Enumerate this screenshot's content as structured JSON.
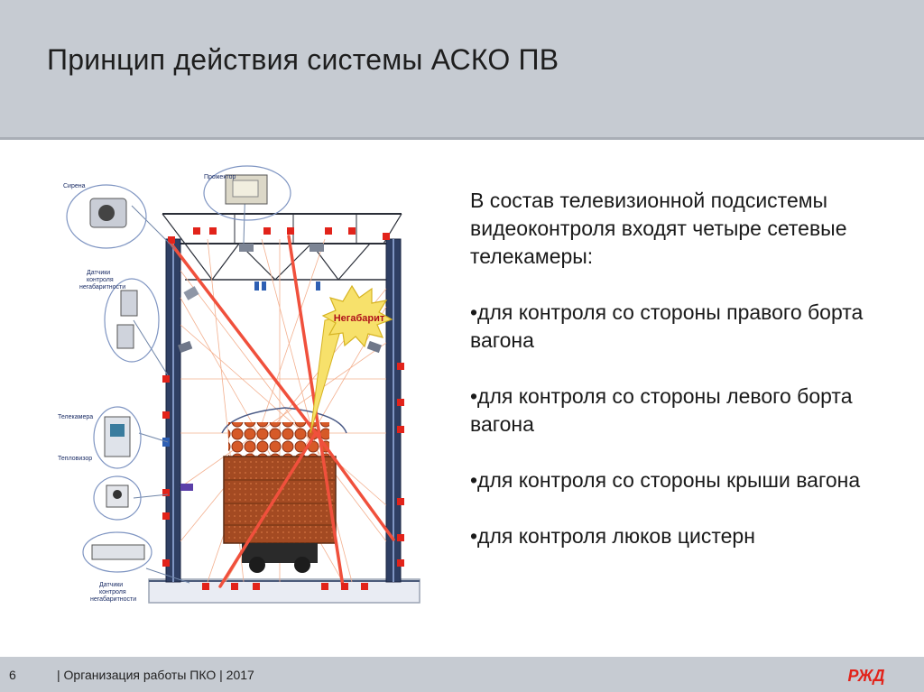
{
  "slide": {
    "title": "Принцип действия системы АСКО ПВ",
    "page_number": "6",
    "footer_text": "| Организация работы ПКО | 2017",
    "logo_text": "РЖД"
  },
  "diagram": {
    "labels": {
      "siren": "Сирена",
      "projector": "Прожектор",
      "sensors_top": [
        "Датчики",
        "контроля",
        "негабаритности"
      ],
      "camera": "Телекамера",
      "thermal": "Тепловизор",
      "sensors_bottom": [
        "Датчики",
        "контроля",
        "негабаритности"
      ],
      "oversize": "Негабарит"
    }
  },
  "bullets": {
    "intro": "В состав телевизионной подсистемы видеоконтроля входят четыре сетевые телекамеры:",
    "items": [
      "•для контроля со стороны правого борта вагона",
      "•для контроля со стороны левого борта вагона",
      "•для контроля со стороны крыши вагона",
      "•для контроля люков цистерн"
    ]
  },
  "colors": {
    "header_bg": "#c6cbd2",
    "accent_red": "#e2231a",
    "beam_orange": "#f0503c",
    "oversize_yellow": "#f7e16b"
  }
}
